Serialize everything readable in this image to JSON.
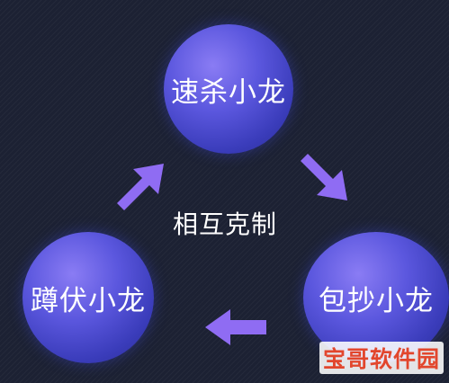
{
  "diagram": {
    "nodes": {
      "top": "速杀小龙",
      "left": "蹲伏小龙",
      "right": "包抄小龙"
    },
    "center": "相互克制",
    "watermark": "宝哥软件园",
    "colors": {
      "background": "#1c2133",
      "node": "#5b57de",
      "arrow": "#8f6cf3",
      "watermark": "#e2462d"
    }
  }
}
